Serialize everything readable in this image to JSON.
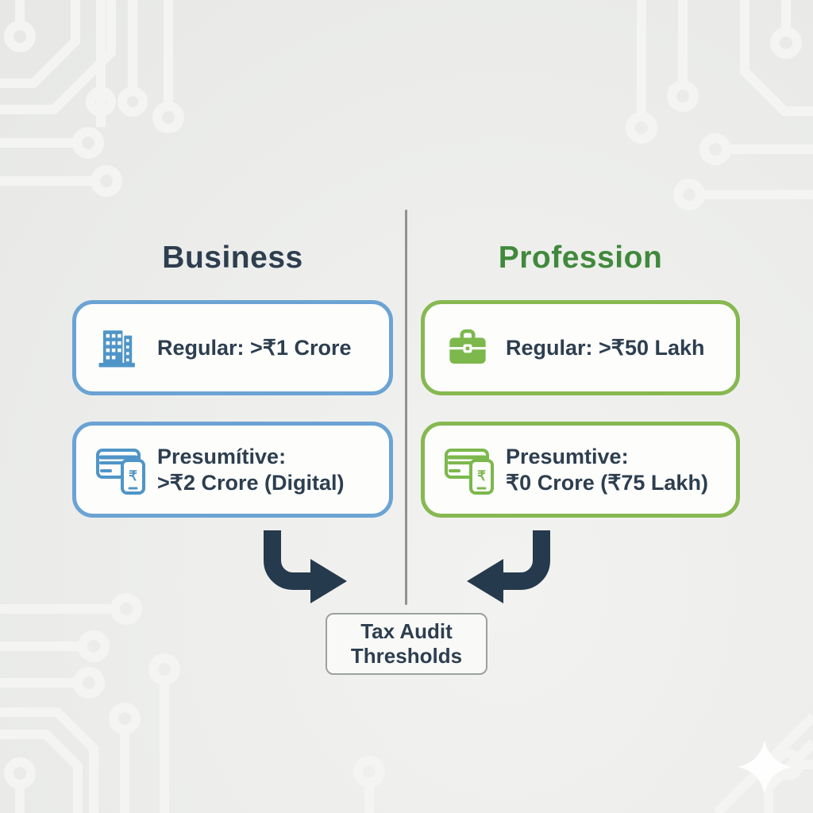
{
  "diagram": {
    "type": "comparison-infographic",
    "topic": "Tax Audit Thresholds"
  },
  "columns": [
    {
      "id": "business",
      "label": "Business",
      "header_color": "#2d3e4f",
      "border_color": "#6ba3d4",
      "boxes": [
        {
          "icon": "building-icon",
          "line1": "Regular: >₹1 Crore",
          "line2": ""
        },
        {
          "icon": "card-phone-icon",
          "line1": "Presumítive:",
          "line2": ">₹2 Crore (Digital)"
        }
      ]
    },
    {
      "id": "profession",
      "label": "Profession",
      "header_color": "#40893c",
      "border_color": "#87b851",
      "boxes": [
        {
          "icon": "briefcase-icon",
          "line1": "Regular: >₹50 Lakh",
          "line2": ""
        },
        {
          "icon": "card-phone-icon",
          "line1": "Presumtive:",
          "line2": "₹0 Crore (₹75 Lakh)"
        }
      ]
    }
  ],
  "result_box": {
    "line1": "Tax Audit",
    "line2": "Thresholds"
  },
  "colors": {
    "background": "#ecedeb",
    "navy_text": "#2d3e4f",
    "blue_accent": "#6ba3d4",
    "blue_icon": "#4f95c8",
    "green_accent": "#87b851",
    "green_header": "#40893c",
    "green_icon": "#7cb84c",
    "divider_gray": "#8f9391",
    "arrow_navy": "#263a4d",
    "circuit_trace": "#f4f5f3",
    "sparkle": "#ffffff"
  },
  "decorations": {
    "background_pattern": "circuit-board-traces",
    "sparkle_icon": "four-point-star"
  }
}
